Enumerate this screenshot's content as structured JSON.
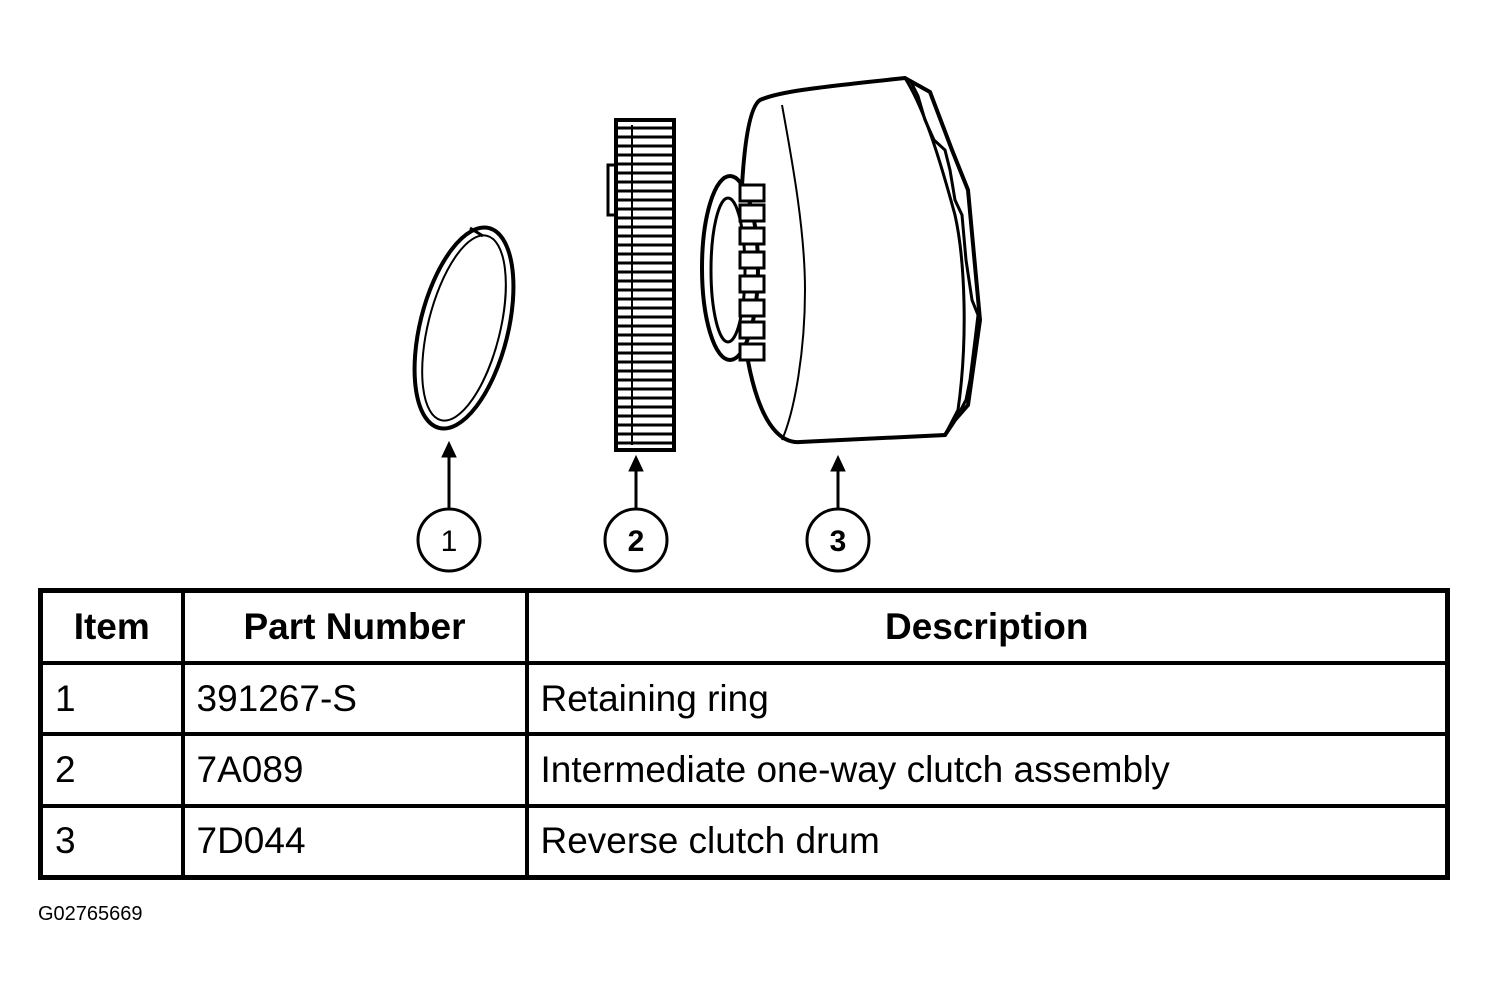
{
  "callouts": [
    {
      "label": "1"
    },
    {
      "label": "2"
    },
    {
      "label": "3"
    }
  ],
  "table": {
    "headers": [
      "Item",
      "Part Number",
      "Description"
    ],
    "rows": [
      [
        "1",
        "391267-S",
        "Retaining ring"
      ],
      [
        "2",
        "7A089",
        "Intermediate one-way clutch assembly"
      ],
      [
        "3",
        "7D044",
        "Reverse clutch drum"
      ]
    ]
  },
  "figure_id": "G02765669"
}
